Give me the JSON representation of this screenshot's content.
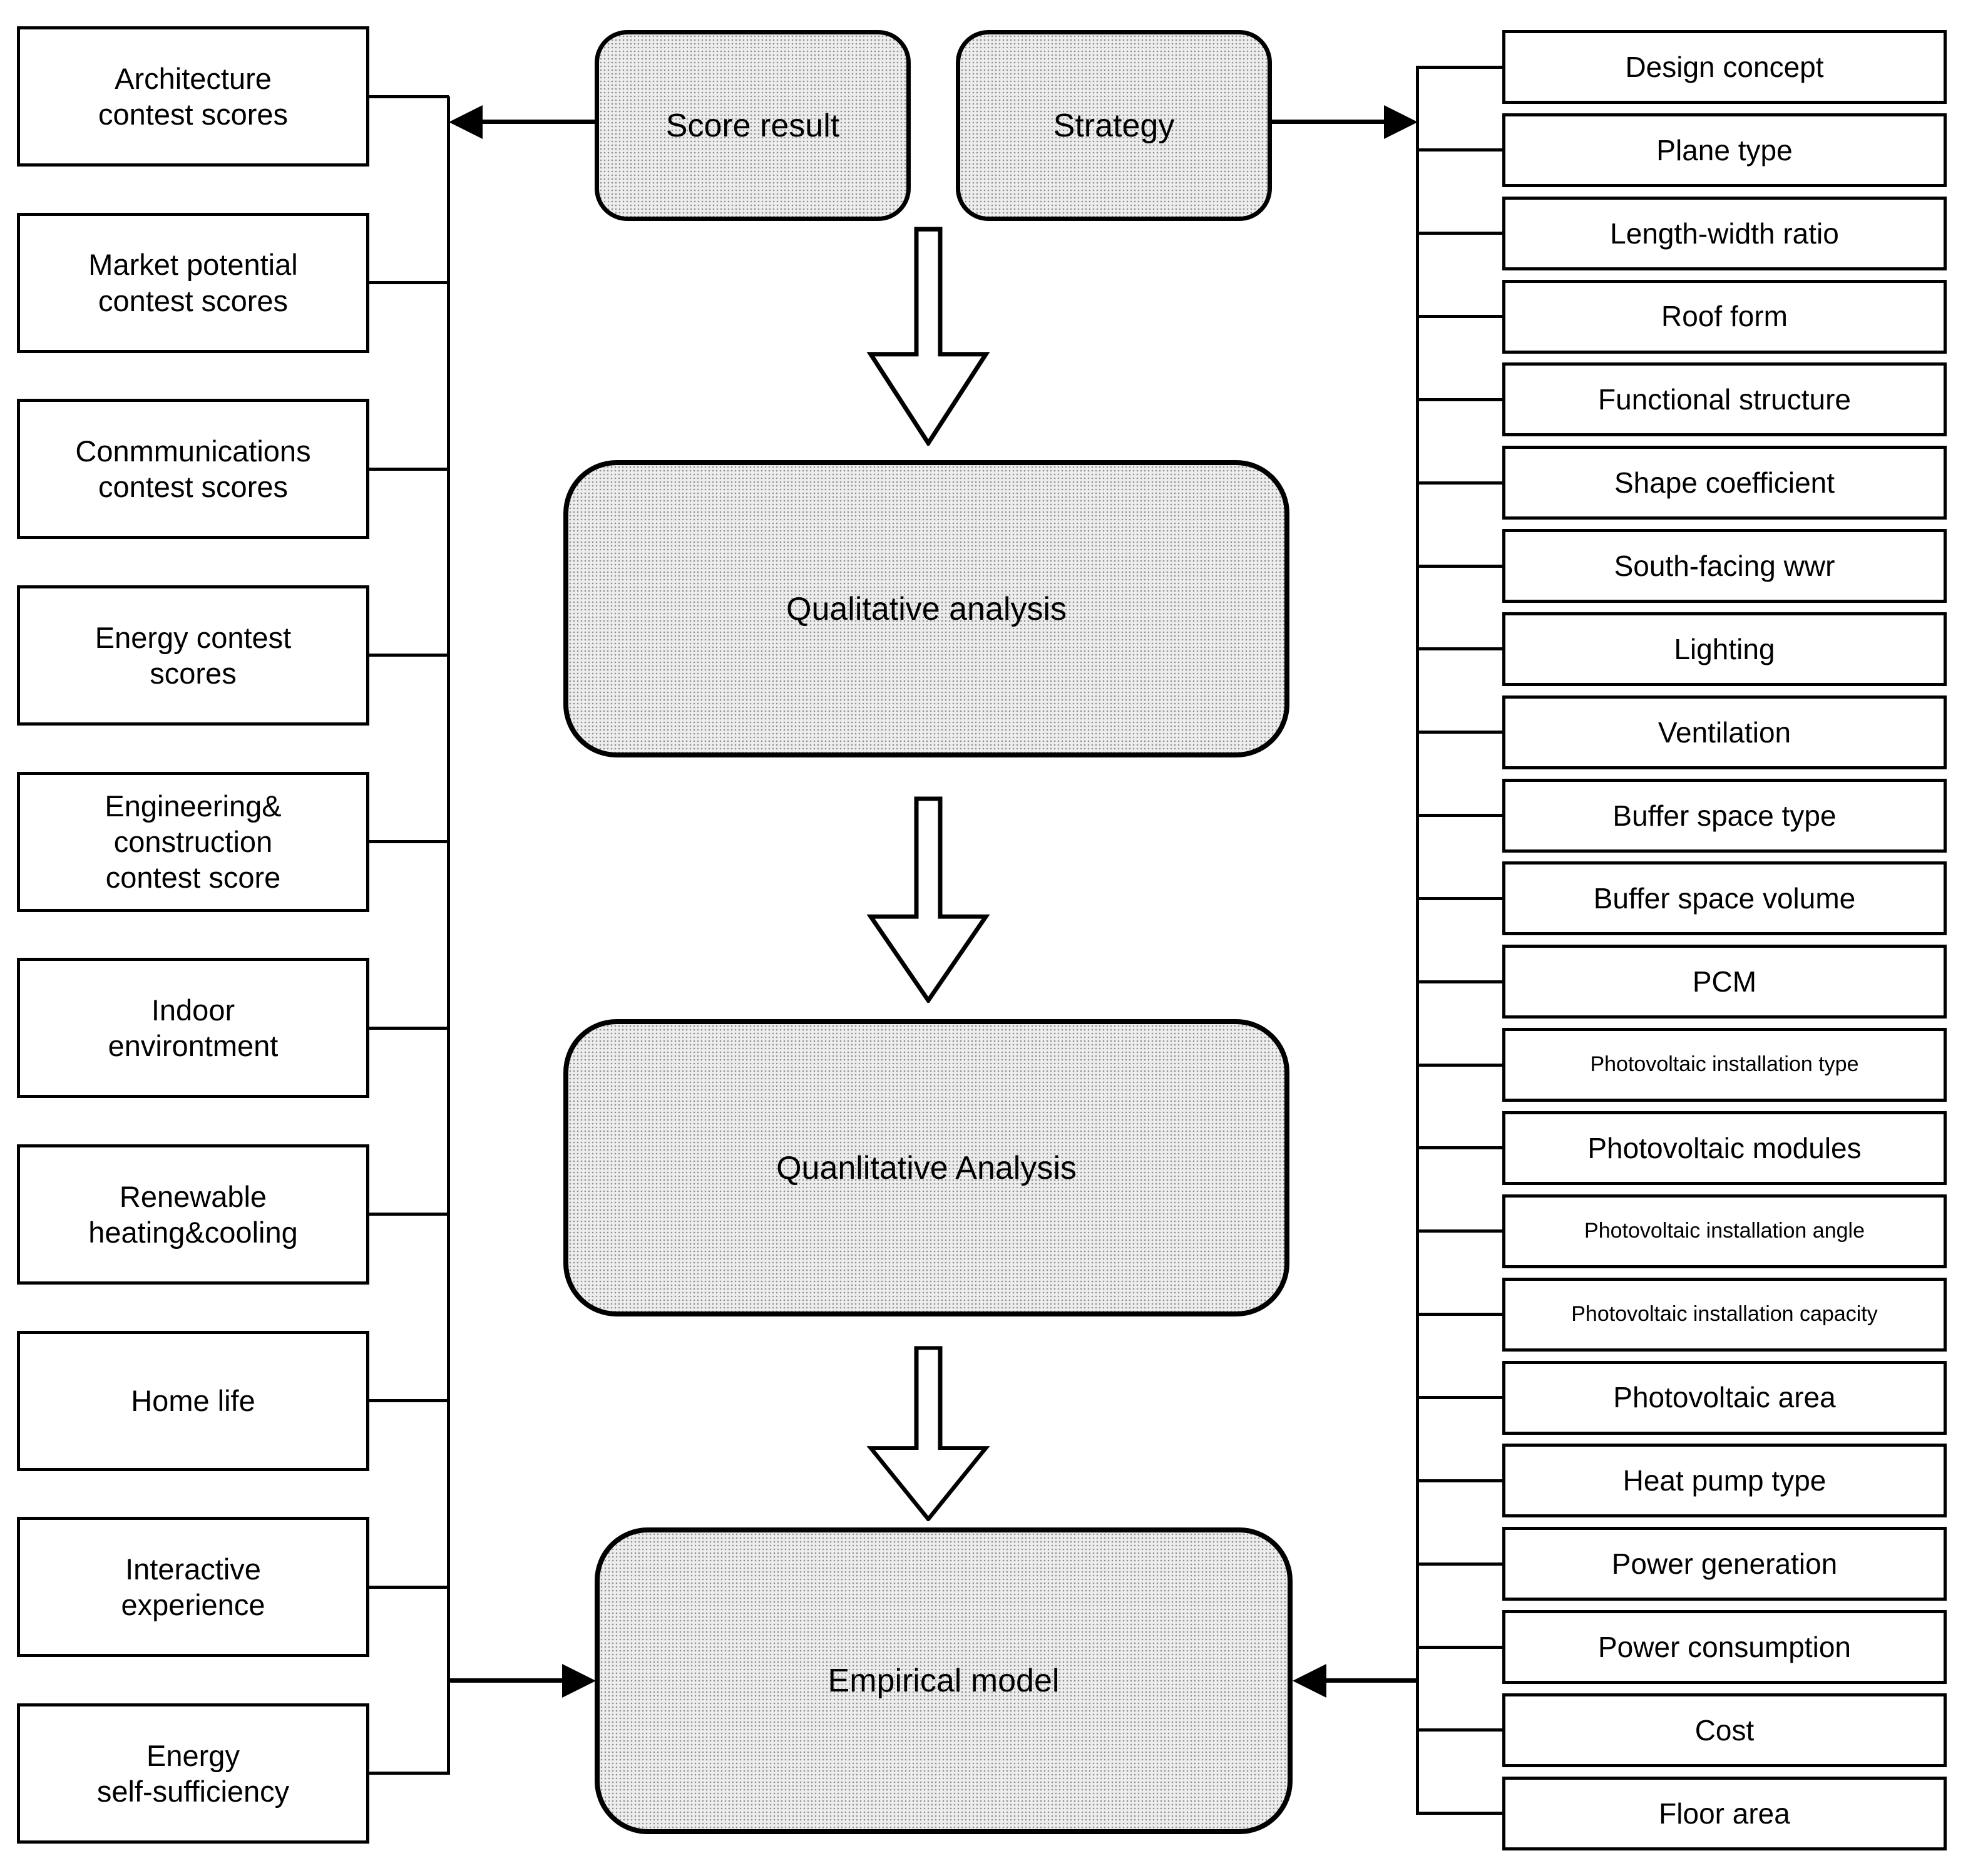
{
  "figure": {
    "center": {
      "score_result": "Score result",
      "strategy": "Strategy",
      "qualitative_analysis": "Qualitative analysis",
      "quantitative_analysis": "Quanlitative Analysis",
      "empirical_model": "Empirical model"
    },
    "left_column": {
      "items": [
        "Architecture\ncontest scores",
        "Market potential\ncontest scores",
        "Conmmunications\ncontest scores",
        "Energy contest\nscores",
        "Engineering&\nconstruction\ncontest score",
        "Indoor\nenvirontment",
        "Renewable\nheating&cooling",
        "Home life",
        "Interactive\nexperience",
        "Energy\nself-sufficiency"
      ]
    },
    "right_column": {
      "items": [
        "Design concept",
        "Plane type",
        "Length-width ratio",
        "Roof form",
        "Functional structure",
        "Shape coefficient",
        "South-facing wwr",
        "Lighting",
        "Ventilation",
        "Buffer space type",
        "Buffer space volume",
        "PCM",
        "Photovoltaic installation type",
        "Photovoltaic modules",
        "Photovoltaic installation angle",
        "Photovoltaic installation capacity",
        "Photovoltaic area",
        "Heat pump type",
        "Power generation",
        "Power consumption",
        "Cost",
        "Floor area"
      ]
    },
    "colors": {
      "line": "#000000",
      "box_fill": "#ffffff",
      "shaded_fill": "#ededed"
    }
  }
}
